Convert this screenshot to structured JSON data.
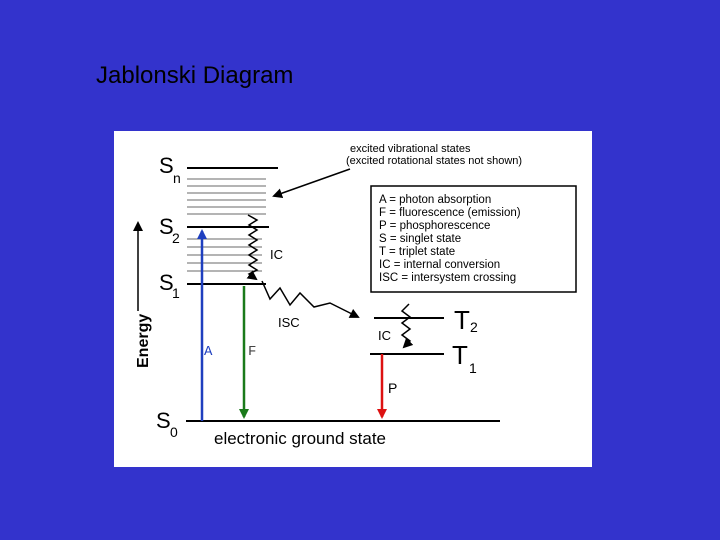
{
  "slide": {
    "title": "Jablonski Diagram"
  },
  "diagram": {
    "energy_label": "Energy",
    "states": {
      "sn": {
        "letter": "S",
        "sub": "n"
      },
      "s2": {
        "letter": "S",
        "sub": "2"
      },
      "s1": {
        "letter": "S",
        "sub": "1"
      },
      "s0": {
        "letter": "S",
        "sub": "0"
      },
      "t2": {
        "letter": "T",
        "sub": "2"
      },
      "t1": {
        "letter": "T",
        "sub": "1"
      }
    },
    "ground_state_label": "electronic ground state",
    "vibrational_note": [
      "excited vibrational states",
      "(excited rotational states not shown)"
    ],
    "transitions": {
      "absorption": "A",
      "fluorescence": "F",
      "phosphorescence": "P",
      "internal_conversion": "IC",
      "internal_conversion_triplet": "IC",
      "intersystem_crossing": "ISC"
    },
    "legend": [
      "A = photon absorption",
      "F = fluorescence (emission)",
      "P = phosphorescence",
      "S = singlet state",
      "T = triplet state",
      "IC = internal conversion",
      "ISC = intersystem crossing"
    ],
    "colors": {
      "background": "#3333cc",
      "absorption": "#1f3fbf",
      "fluorescence": "#1a7a1a",
      "phosphorescence": "#dd1111"
    }
  }
}
